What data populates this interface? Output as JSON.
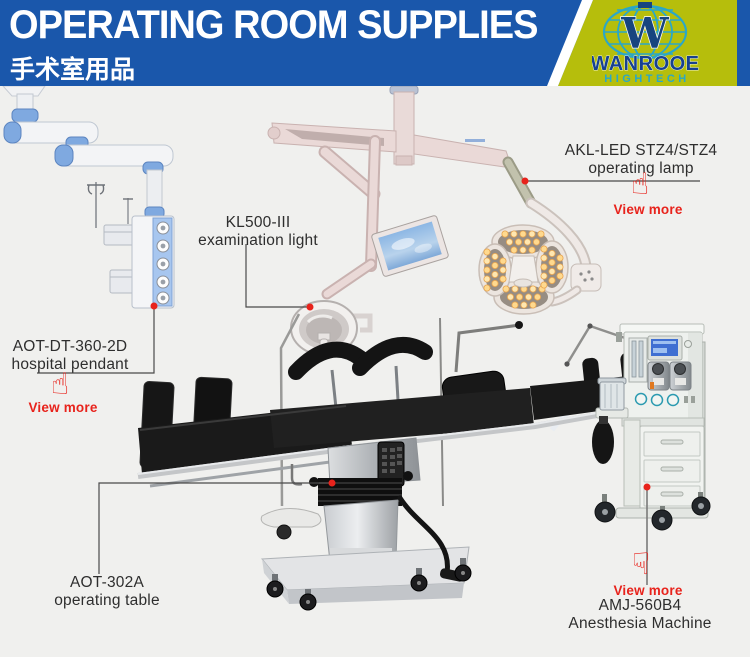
{
  "header": {
    "title": "OPERATING ROOM SUPPLIES",
    "subtitle_zh": "手术室用品",
    "brand": {
      "logo_letter": "W",
      "name": "WANROOE",
      "tagline": "HIGHTECH"
    },
    "colors": {
      "bar_blue": "#1a57ab",
      "band_yellow": "#b6be0c",
      "brand_navy": "#17418f",
      "brand_teal": "#2aa7c8"
    }
  },
  "icons": {
    "hand_up": "☝",
    "hand_down": "☟"
  },
  "scene": {
    "background": "#f0f0ee",
    "accent_red": "#e8231c",
    "products": [
      {
        "id": "hospital-pendant",
        "model": "AOT-DT-360-2D",
        "name": "hospital pendant",
        "cta": "View more"
      },
      {
        "id": "examination-light",
        "model": "KL500-III",
        "name": "examination light"
      },
      {
        "id": "operating-lamp",
        "model": "AKL-LED STZ4/STZ4",
        "name": "operating lamp",
        "cta": "View more"
      },
      {
        "id": "operating-table",
        "model": "AOT-302A",
        "name": "operating table"
      },
      {
        "id": "anesthesia-machine",
        "model": "AMJ-560B4",
        "name": "Anesthesia Machine",
        "cta": "View more"
      }
    ]
  }
}
